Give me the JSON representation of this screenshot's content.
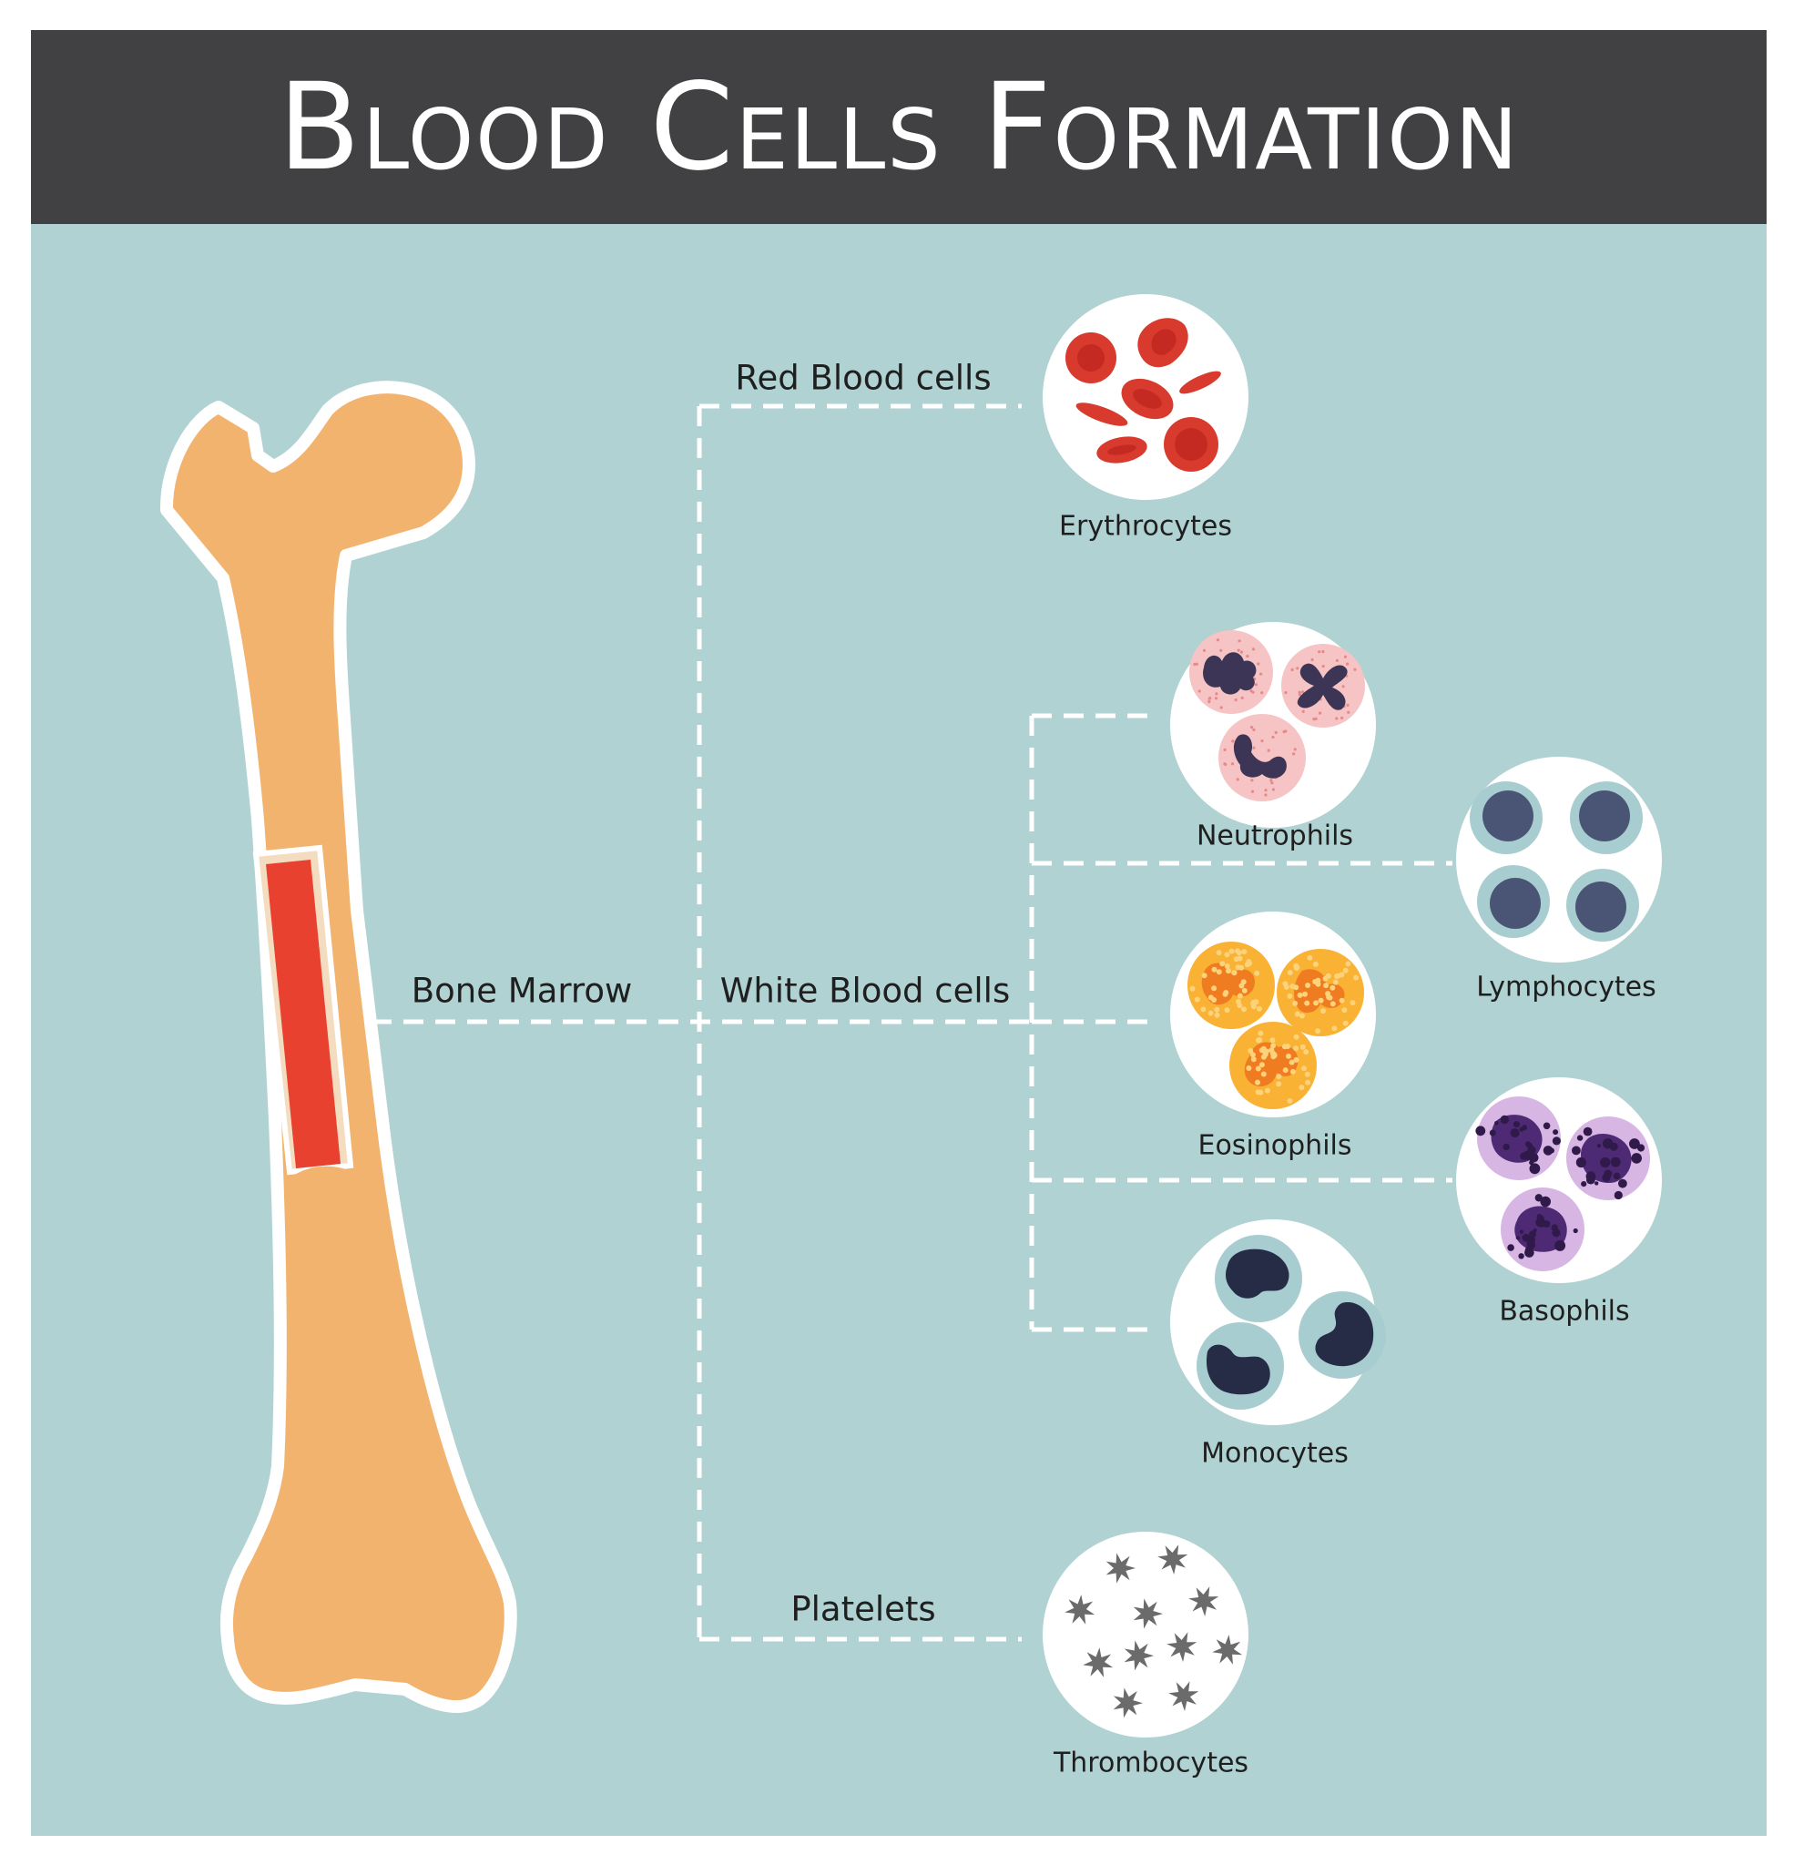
{
  "title": "Blood Cells Formation",
  "labels": {
    "bone_marrow": "Bone Marrow",
    "red_blood_cells": "Red Blood cells",
    "white_blood_cells": "White Blood cells",
    "platelets": "Platelets",
    "erythrocytes": "Erythrocytes",
    "neutrophils": "Neutrophils",
    "lymphocytes": "Lymphocytes",
    "eosinophils": "Eosinophils",
    "basophils": "Basophils",
    "monocytes": "Monocytes",
    "thrombocytes": "Thrombocytes"
  },
  "colors": {
    "header": "#414042",
    "background": "#b0d2d2",
    "bone": "#f2b36f",
    "marrow": "#e8412f",
    "connector": "#ffffff",
    "erythrocyte": "#d93a2e",
    "neutrophil_cell": "#f6c4c4",
    "neutrophil_nucleus": "#3d3555",
    "lymphocyte_cell": "#a8cdd0",
    "lymphocyte_nucleus": "#4a5575",
    "eosinophil_cell": "#f9b234",
    "eosinophil_nucleus": "#f07c22",
    "basophil_cell": "#d7b6e4",
    "basophil_nucleus": "#4e2a74",
    "monocyte_cell": "#a8cdd0",
    "monocyte_nucleus": "#262c45",
    "platelet": "#6b6b6b"
  }
}
